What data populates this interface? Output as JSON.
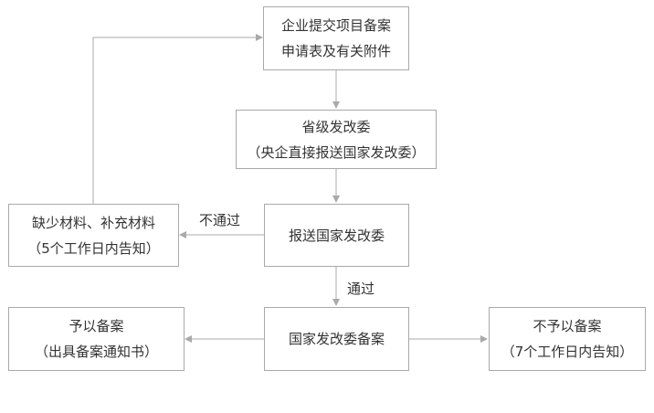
{
  "nodes": {
    "submit": {
      "line1": "企业提交项目备案",
      "line2": "申请表及有关附件"
    },
    "provincial": {
      "line1": "省级发改委",
      "line2": "（央企直接报送国家发改委）"
    },
    "send_national": {
      "line1": "报送国家发改委"
    },
    "supplement": {
      "line1": "缺少材料、补充材料",
      "line2": "（5个工作日内告知）"
    },
    "national_record": {
      "line1": "国家发改委备案"
    },
    "grant_record": {
      "line1": "予以备案",
      "line2": "（出具备案通知书）"
    },
    "deny_record": {
      "line1": "不予以备案",
      "line2": "（7个工作日内告知）"
    }
  },
  "edge_labels": {
    "fail": "不通过",
    "pass": "通过"
  },
  "colors": {
    "line": "#a9a9a9",
    "text": "#333333",
    "border": "#a9a9a9"
  }
}
